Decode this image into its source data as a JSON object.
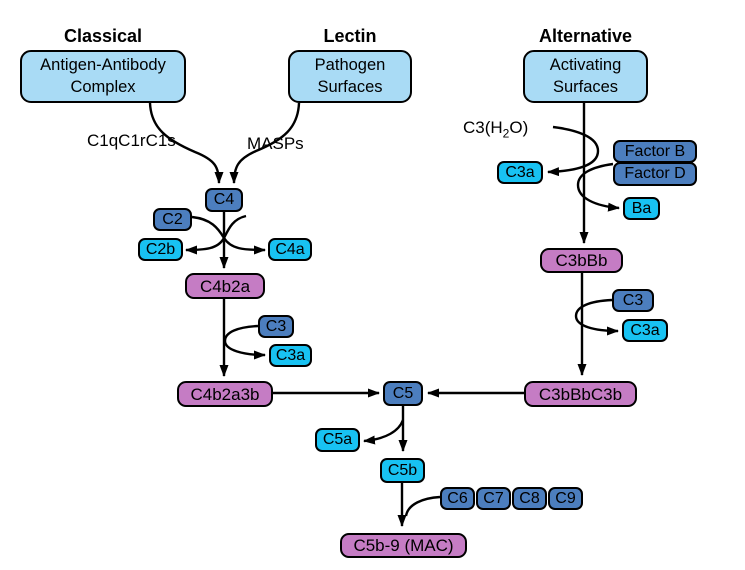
{
  "colors": {
    "light_blue": "#A9DBF5",
    "dark_blue": "#4C7EBE",
    "cyan": "#18C2F2",
    "purple": "#C57CC4",
    "line": "#000000"
  },
  "titles": {
    "classical": "Classical",
    "lectin": "Lectin",
    "alternative": "Alternative"
  },
  "sources": {
    "classical": {
      "line1": "Antigen-Antibody",
      "line2": "Complex"
    },
    "lectin": {
      "line1": "Pathogen",
      "line2": "Surfaces"
    },
    "alternative": {
      "line1": "Activating",
      "line2": "Surfaces"
    }
  },
  "labels": {
    "classical_enzymes": "C1qC1rC1s",
    "lectin_enzymes": "MASPs",
    "hydrolyzed_c3": {
      "pre": "C3(H",
      "sub": "2",
      "post": "O)"
    }
  },
  "nodes": {
    "c4": "C4",
    "c2": "C2",
    "c2b": "C2b",
    "c4a": "C4a",
    "c4b2a": "C4b2a",
    "c3_classical": "C3",
    "c3a_classical": "C3a",
    "c4b2a3b": "C4b2a3b",
    "c3a_fluid": "C3a",
    "factor_b": "Factor B",
    "factor_d": "Factor D",
    "ba": "Ba",
    "c3bBb": "C3bBb",
    "c3_alternative": "C3",
    "c3a_alternative": "C3a",
    "c3bBbC3b": "C3bBbC3b",
    "c5": "C5",
    "c5a": "C5a",
    "c5b": "C5b",
    "c6": "C6",
    "c7": "C7",
    "c8": "C8",
    "c9": "C9",
    "mac": "C5b-9 (MAC)"
  }
}
